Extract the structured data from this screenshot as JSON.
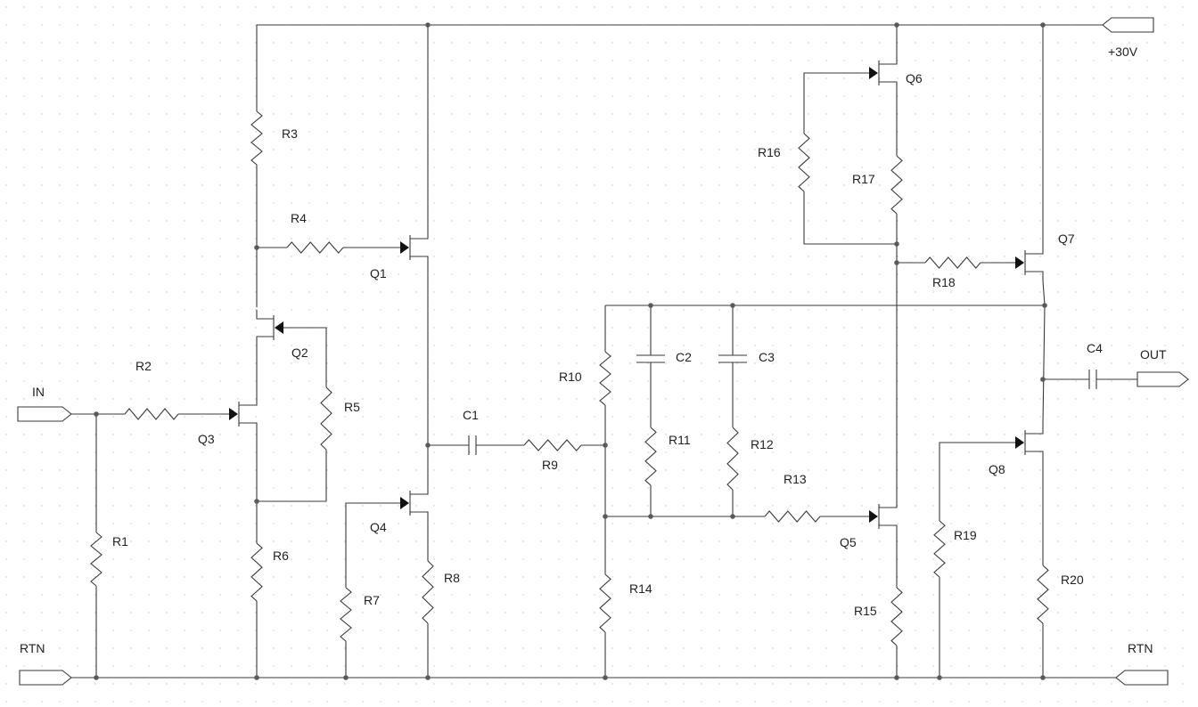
{
  "schematic": {
    "supply_label": "+30V",
    "input_label": "IN",
    "output_label": "OUT",
    "return_left_label": "RTN",
    "return_right_label": "RTN",
    "resistors": {
      "R1": "R1",
      "R2": "R2",
      "R3": "R3",
      "R4": "R4",
      "R5": "R5",
      "R6": "R6",
      "R7": "R7",
      "R8": "R8",
      "R9": "R9",
      "R10": "R10",
      "R11": "R11",
      "R12": "R12",
      "R13": "R13",
      "R14": "R14",
      "R15": "R15",
      "R16": "R16",
      "R17": "R17",
      "R18": "R18",
      "R19": "R19",
      "R20": "R20"
    },
    "capacitors": {
      "C1": "C1",
      "C2": "C2",
      "C3": "C3",
      "C4": "C4"
    },
    "transistors": {
      "Q1": "Q1",
      "Q2": "Q2",
      "Q3": "Q3",
      "Q4": "Q4",
      "Q5": "Q5",
      "Q6": "Q6",
      "Q7": "Q7",
      "Q8": "Q8"
    }
  }
}
